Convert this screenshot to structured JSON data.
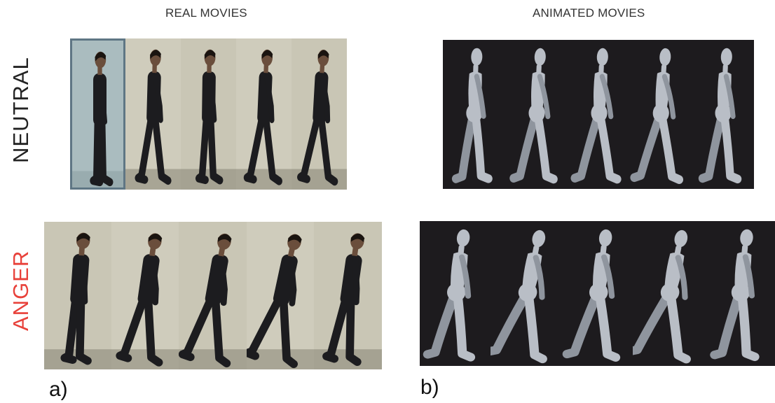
{
  "columns": {
    "real": "REAL MOVIES",
    "animated": "ANIMATED MOVIES"
  },
  "rows": {
    "neutral": {
      "label": "NEUTRAL",
      "color": "#222222"
    },
    "anger": {
      "label": "ANGER",
      "color": "#e8413a"
    }
  },
  "panels": {
    "a": "a)",
    "b": "b)"
  },
  "colors": {
    "real_wall": "#c9c6b5",
    "real_wall_dark": "#a9a692",
    "real_floor": "#8e8b7b",
    "actor": "#1c1c1f",
    "actor_skin": "#6a4e3c",
    "highlight_frame_fill": "#8fb4c6",
    "highlight_frame_border": "#5f7684",
    "animated_bg": "#1d1b1e",
    "mannequin": "#b9bec6",
    "mannequin_shade": "#8f959e"
  },
  "frames_per_strip": 5
}
